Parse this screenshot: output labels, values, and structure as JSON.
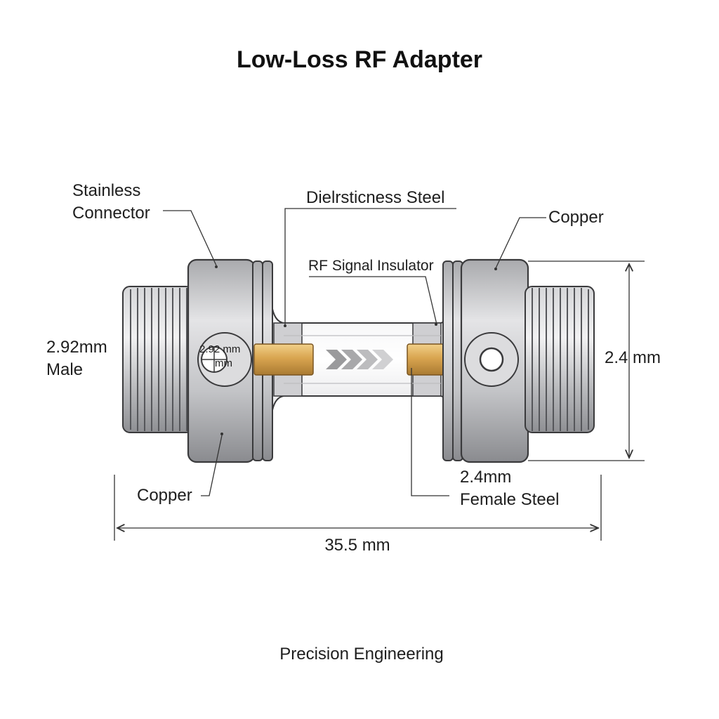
{
  "title": "Low-Loss RF Adapter",
  "footer": "Precision Engineering",
  "labels": {
    "stainless_connector": [
      "Stainless",
      "Connector"
    ],
    "dielectric_steel": "Dielrsticness Steel",
    "copper_top": "Copper",
    "rf_insulator": "RF Signal Insulator",
    "male_port": [
      "2.92mm",
      "Male"
    ],
    "male_port_inner": [
      "2.92 mm",
      "mm"
    ],
    "height_dim": "2.4 mm",
    "copper_bottom": "Copper",
    "female_port": [
      "2.4mm",
      "Female Steel"
    ],
    "length_dim": "35.5 mm"
  },
  "colors": {
    "steel": "#b8b9bc",
    "steel_dark": "#6d6e72",
    "gold": "#d9a550",
    "outline": "#3a3a3c",
    "arrow": "#b0b0b0"
  }
}
